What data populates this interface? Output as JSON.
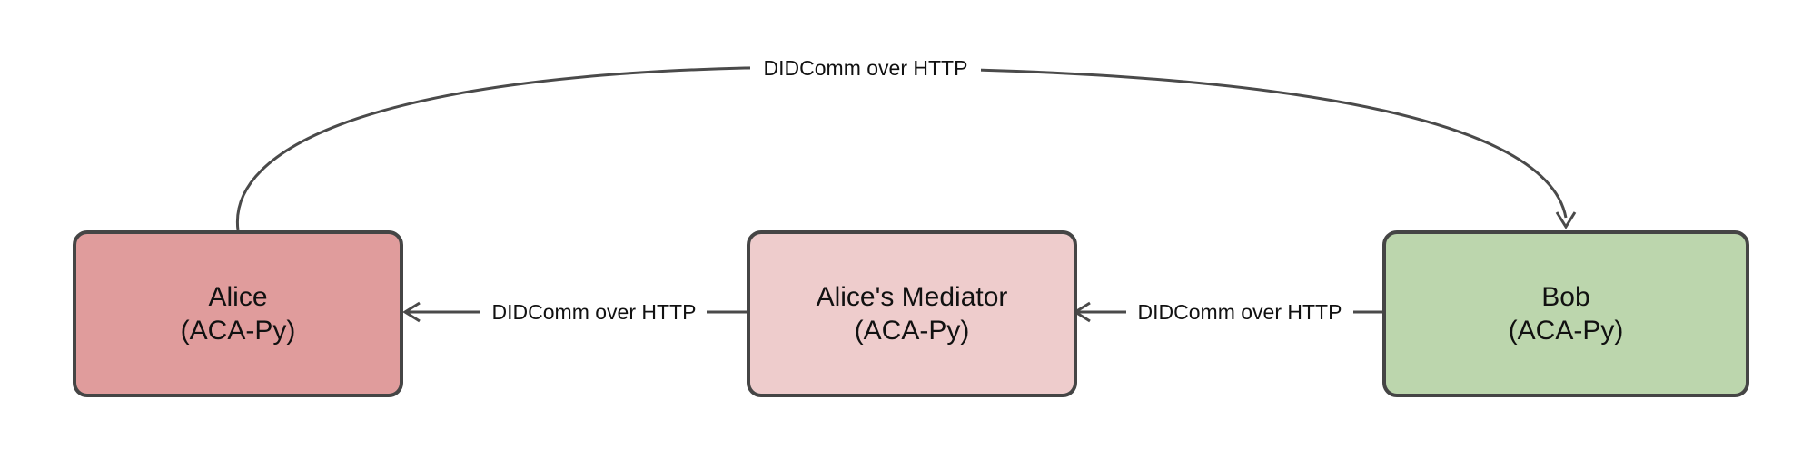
{
  "diagram": {
    "nodes": {
      "alice": {
        "line1": "Alice",
        "line2": "(ACA-Py)",
        "fill": "#e09c9c"
      },
      "mediator": {
        "line1": "Alice's Mediator",
        "line2": "(ACA-Py)",
        "fill": "#eecccc"
      },
      "bob": {
        "line1": "Bob",
        "line2": "(ACA-Py)",
        "fill": "#bcd6ad"
      }
    },
    "edges": {
      "bob_to_mediator": {
        "label": "DIDComm over HTTP"
      },
      "mediator_to_alice": {
        "label": "DIDComm over HTTP"
      },
      "alice_to_bob": {
        "label": "DIDComm over HTTP"
      }
    },
    "colors": {
      "stroke": "#454545",
      "edge": "#4a4a4a",
      "background": "#ffffff"
    }
  }
}
